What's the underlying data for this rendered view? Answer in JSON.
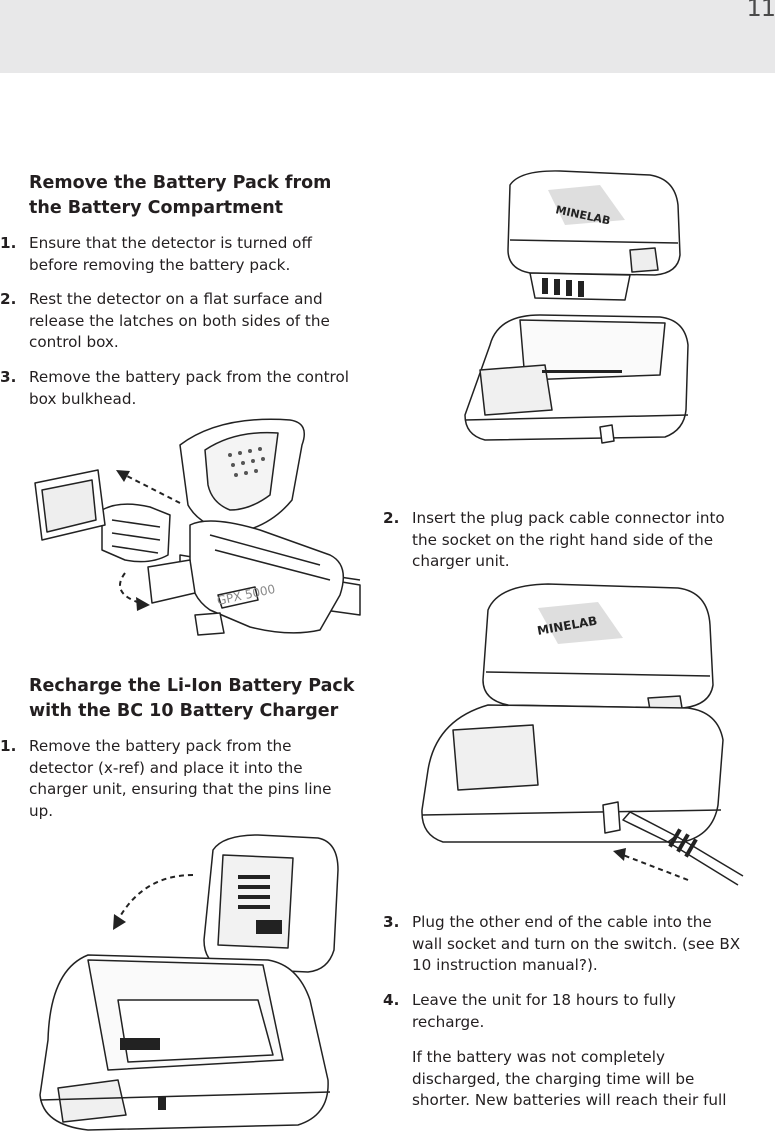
{
  "page": {
    "number": "11"
  },
  "left_column": {
    "section1": {
      "heading": "Remove the Battery Pack from the Battery Compartment",
      "steps": [
        {
          "num": "1.",
          "text": "Ensure that the detector is turned off before removing the battery pack."
        },
        {
          "num": "2.",
          "text": "Rest the detector on a flat surface and release the latches on both sides of the control box."
        },
        {
          "num": "3.",
          "text": "Remove the battery pack from the control box bulkhead."
        }
      ]
    },
    "section2": {
      "heading": "Recharge the Li-Ion Battery Pack with the BC 10 Battery Charger",
      "steps": [
        {
          "num": "1.",
          "text": "Remove the battery pack from the detector (x-ref) and place it into the charger unit, ensuring that the pins line up."
        }
      ]
    }
  },
  "right_column": {
    "steps": [
      {
        "num": "2.",
        "text": "Insert the plug pack cable connector into the socket on the right hand side of the charger unit."
      },
      {
        "num": "3.",
        "text": "Plug the other end of the cable into the wall socket and turn on the switch. (see BX 10 instruction manual?)."
      },
      {
        "num": "4.",
        "text": "Leave the unit for 18 hours to fully recharge."
      }
    ],
    "note": "If the battery was not completely discharged, the charging time will be shorter. New batteries will reach their full"
  },
  "illustrations": {
    "brand_text": "MINELAB",
    "model_text": "GPX 5000",
    "figures": [
      "detector-control-box",
      "battery-to-charger",
      "battery-on-charger-top",
      "charger-with-plug"
    ]
  },
  "colors": {
    "header_band": "#e8e8e9",
    "text": "#231f20",
    "line": "#222222"
  }
}
